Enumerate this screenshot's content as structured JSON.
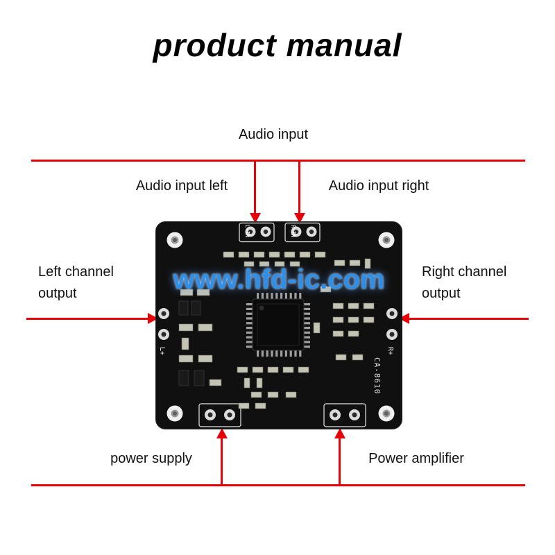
{
  "page": {
    "title": "product manual",
    "background_color": "#ffffff",
    "annotation_line_color": "#e60108",
    "text_color": "#111111"
  },
  "annotations": {
    "audio_input": "Audio input",
    "audio_input_left": "Audio input left",
    "audio_input_right": "Audio input right",
    "left_channel_output": "Left channel output",
    "right_channel_output": "Right channel output",
    "power_supply": "power supply",
    "power_amplifier": "Power amplifier"
  },
  "board": {
    "color": "#101010",
    "silkscreen": {
      "audio_in_left": "L-IN",
      "audio_in_right": "R-IN",
      "left_output": "L+",
      "right_output": "R+",
      "model": "CA-8610"
    },
    "watermark": {
      "text": "www.hfd-ic.com",
      "color": "#2d8fe8"
    }
  }
}
